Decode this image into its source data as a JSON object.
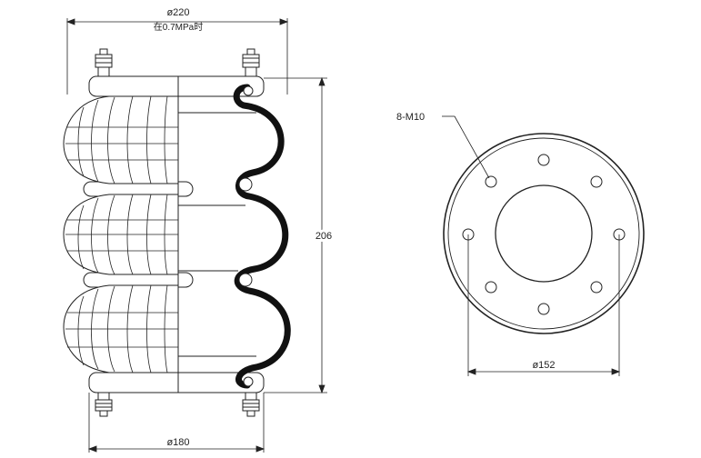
{
  "dimensions": {
    "outer_diameter": "ø220",
    "pressure_note": "在0.7MPa时",
    "height": "206",
    "base_diameter": "ø180",
    "bolt_circle": "ø152",
    "bolt_callout": "8-M10"
  },
  "colors": {
    "line": "#222222",
    "bellows": "#111111",
    "background": "#ffffff"
  }
}
